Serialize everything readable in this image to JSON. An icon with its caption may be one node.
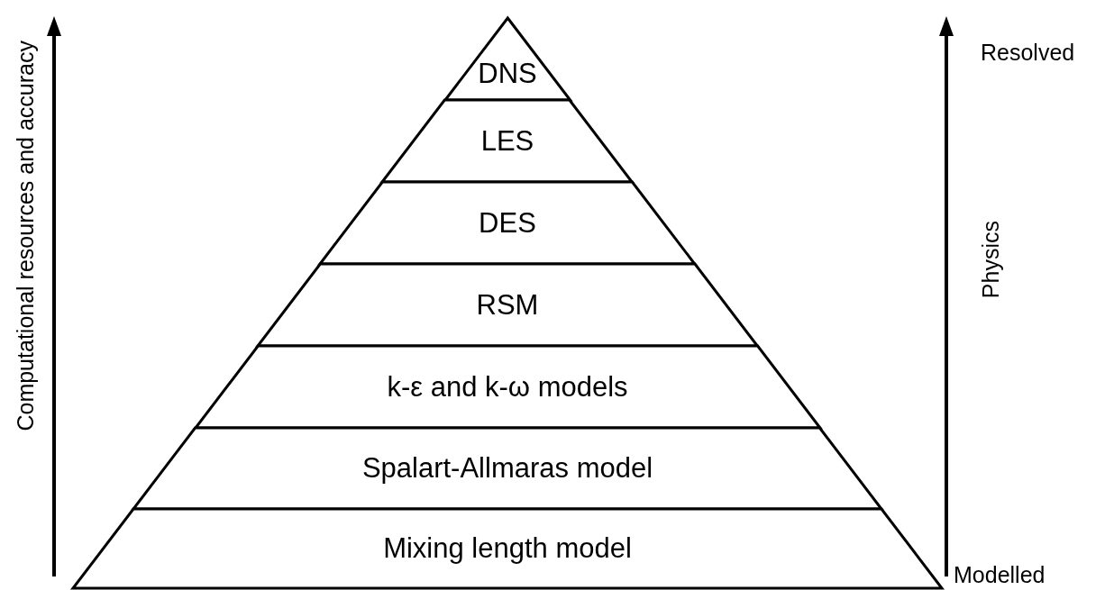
{
  "diagram": {
    "nodes": [
      {
        "text": [
          "DNS"
        ]
      },
      {
        "text": [
          "LES"
        ]
      },
      {
        "text": [
          "DES"
        ]
      },
      {
        "text": [
          "RSM"
        ]
      },
      {
        "text": [
          "k-ε and k-ω models"
        ]
      },
      {
        "text": [
          "Spalart-Allmaras model"
        ]
      },
      {
        "text": [
          "Mixing length model"
        ]
      }
    ],
    "labels": [
      "Computational resources and accuracy",
      "Resolved",
      "Physics",
      "Modelled"
    ]
  }
}
